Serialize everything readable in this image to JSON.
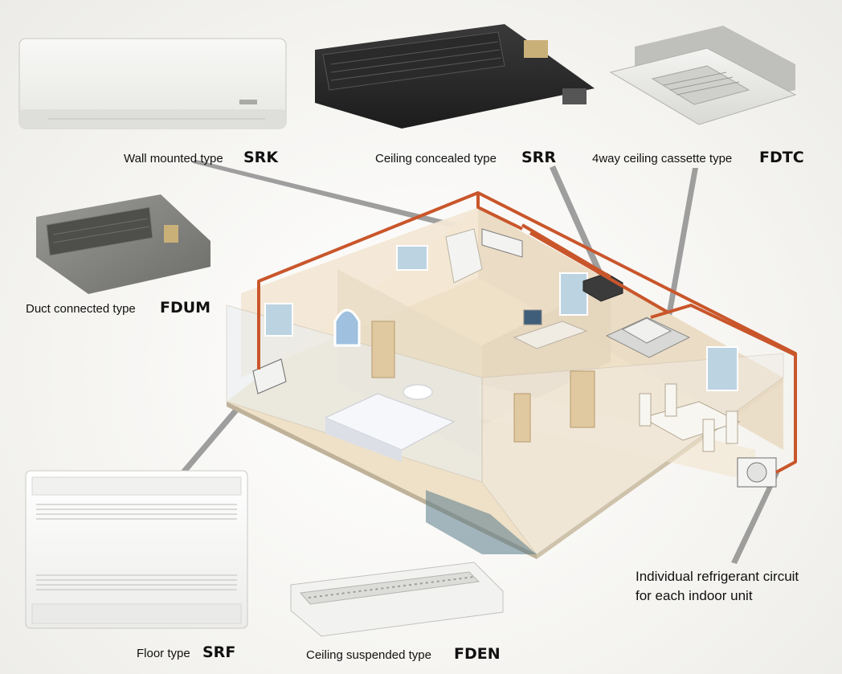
{
  "units": {
    "srk": {
      "prefix": "Wall mounted type",
      "code": "SRK"
    },
    "srr": {
      "prefix": "Ceiling concealed type",
      "code": "SRR"
    },
    "fdtc": {
      "prefix": "4way ceiling cassette type",
      "code": "FDTC"
    },
    "fdum": {
      "prefix": "Duct connected type",
      "code": "FDUM"
    },
    "srf": {
      "prefix": "Floor type",
      "code": "SRF"
    },
    "fden": {
      "prefix": "Ceiling suspended type",
      "code": "FDEN"
    }
  },
  "note": {
    "line1": "Individual refrigerant circuit",
    "line2": "for each indoor unit"
  },
  "colors": {
    "refrigerant_pipe": "#c9562b",
    "floor": "#efe1c8",
    "wall": "#f1e6d3",
    "leader": "#8e8e8e"
  }
}
